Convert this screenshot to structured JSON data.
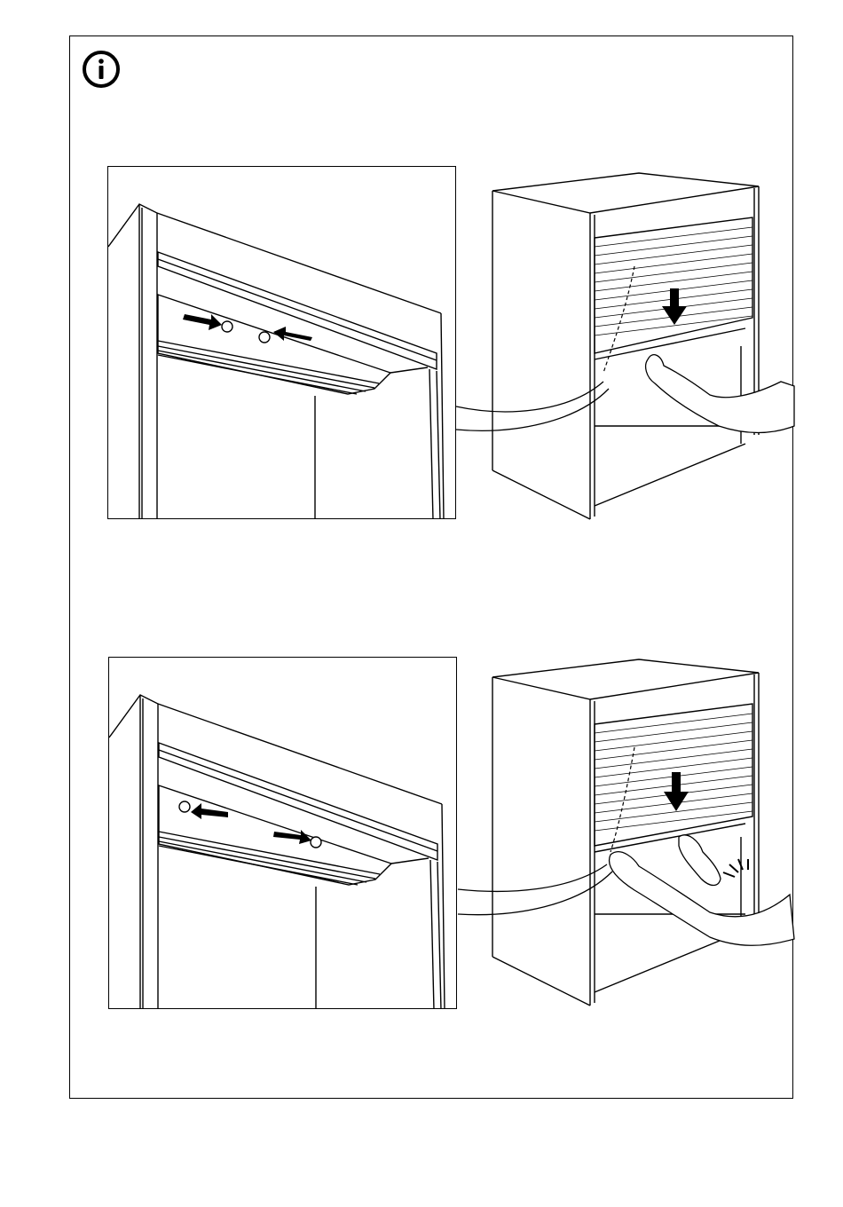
{
  "page": {
    "icons": {
      "info": "info-circle-icon",
      "arrow": "arrow-icon",
      "clip": "roller-clip-icon",
      "hand": "hand-icon",
      "cabinet": "cabinet-icon"
    },
    "colors": {
      "line": "#000000",
      "background": "#ffffff"
    }
  },
  "steps": [
    {
      "detail_arrows": "inward",
      "action": "pull-down"
    },
    {
      "detail_arrows": "outward",
      "action": "pull-down-release"
    }
  ]
}
